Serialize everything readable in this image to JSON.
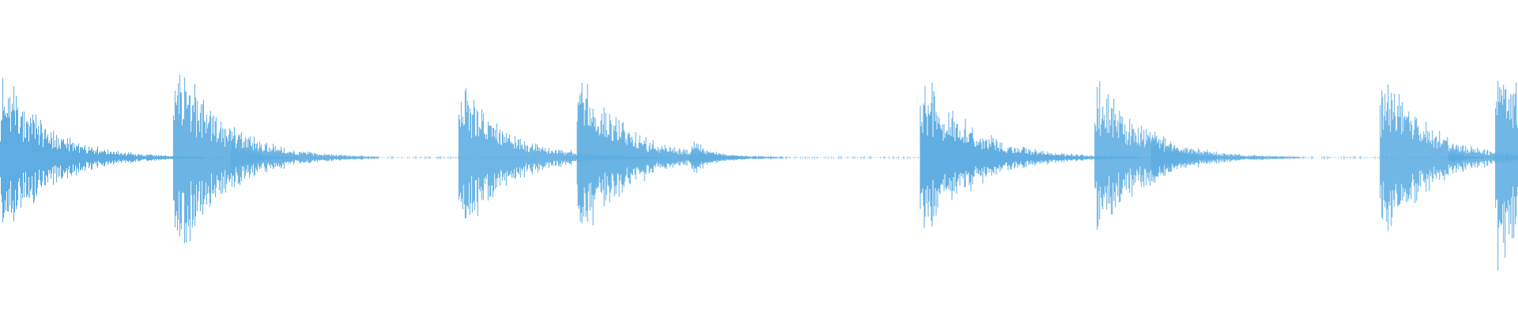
{
  "waveform": {
    "color": "#5dade2",
    "background": "#ffffff",
    "hits": [
      {
        "t": 0.0,
        "amp": 0.78,
        "decay": 0.03,
        "level": "strong"
      },
      {
        "t": 0.114,
        "amp": 1.0,
        "decay": 0.03,
        "level": "strong"
      },
      {
        "t": 0.152,
        "amp": 0.2,
        "decay": 0.012,
        "level": "ghost"
      },
      {
        "t": 0.302,
        "amp": 0.72,
        "decay": 0.03,
        "level": "strong"
      },
      {
        "t": 0.38,
        "amp": 0.8,
        "decay": 0.03,
        "level": "strong"
      },
      {
        "t": 0.455,
        "amp": 0.2,
        "decay": 0.012,
        "level": "ghost"
      },
      {
        "t": 0.606,
        "amp": 0.78,
        "decay": 0.032,
        "level": "strong"
      },
      {
        "t": 0.721,
        "amp": 0.76,
        "decay": 0.03,
        "level": "strong"
      },
      {
        "t": 0.758,
        "amp": 0.26,
        "decay": 0.014,
        "level": "ghost"
      },
      {
        "t": 0.909,
        "amp": 0.78,
        "decay": 0.03,
        "level": "strong"
      },
      {
        "t": 0.954,
        "amp": 0.08,
        "decay": 0.01,
        "level": "ghost"
      },
      {
        "t": 0.985,
        "amp": 0.96,
        "decay": 0.04,
        "level": "strong"
      }
    ],
    "noise_floor": 0.012
  }
}
